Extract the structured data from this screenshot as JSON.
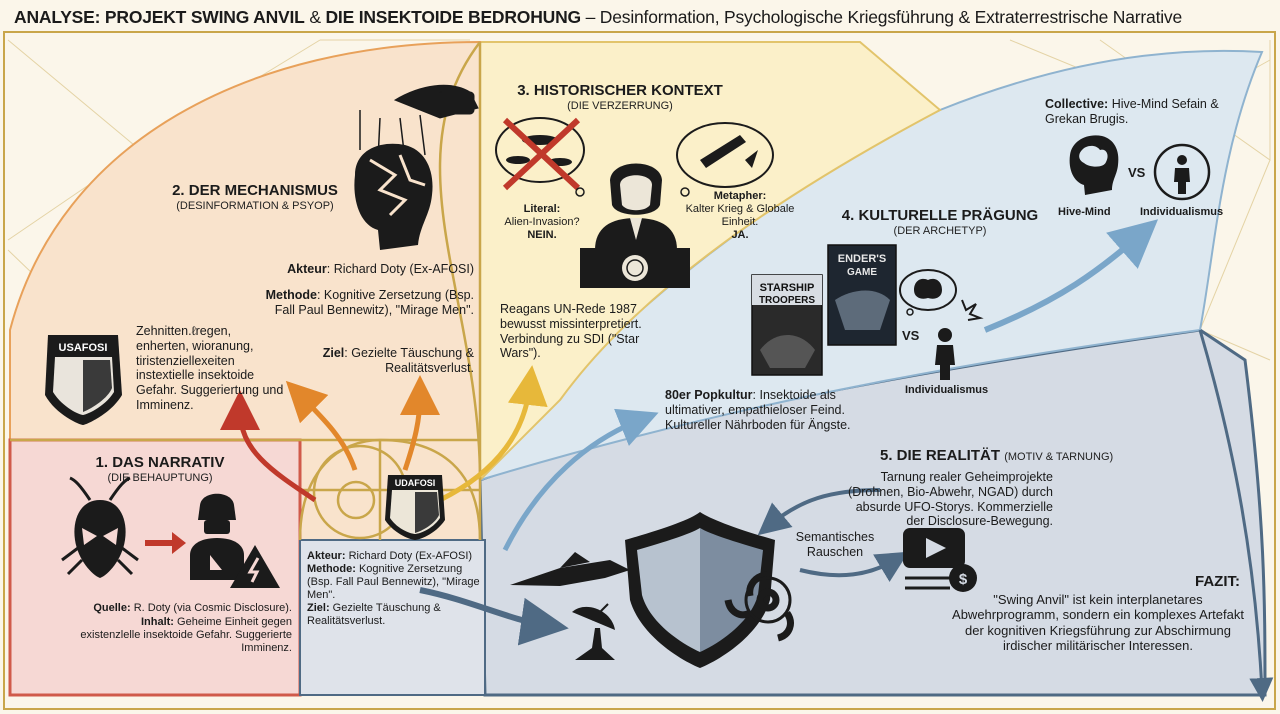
{
  "header": {
    "title_bold": "ANALYSE: PROJEKT SWING ANVIL",
    "title_amp": "&",
    "title_bold2": "DIE INSEKTOIDE BEDROHUNG",
    "title_rest": "– Desinformation, Psychologische Kriegsführung & Extraterrestrische Narrative"
  },
  "section1": {
    "heading": "1. DAS NARRATIV",
    "subheading": "(DIE BEHAUPTUNG)",
    "source_label": "Quelle:",
    "source_text": "R. Doty (via Cosmic Disclosure).",
    "content_label": "Inhalt:",
    "content_text": "Geheime Einheit gegen existenzlelle insektoide Gefahr. Suggerierte Imminenz."
  },
  "section2": {
    "heading": "2. DER MECHANISMUS",
    "subheading": "(DESINFORMATION & PSYOP)",
    "actor_label": "Akteur",
    "actor_text": ": Richard Doty (Ex-AFOSI)",
    "method_label": "Methode",
    "method_text": ": Kognitive Zersetzung (Bsp. Fall Paul Bennewitz), \"Mirage Men\".",
    "goal_label": "Ziel",
    "goal_text": ": Gezielte Täuschung & Realitätsverlust.",
    "garbled_text": "Zehnitten.ℓregen, enherten, wioranung, tiristenziellexeiten instextielle insektoide Gefahr. Suggeriertung und Imminenz.",
    "badge_text": "USAFOSI"
  },
  "section3": {
    "heading": "3. HISTORISCHER KONTEXT",
    "subheading": "(DIE VERZERRUNG)",
    "literal_label": "Literal:",
    "literal_text": "Alien-Invasion?",
    "literal_answer": "NEIN.",
    "metaphor_label": "Metapher:",
    "metaphor_text": "Kalter Krieg & Globale Einheit.",
    "metaphor_answer": "JA.",
    "speech_text": "Reagans UN-Rede 1987 bewusst missinterpretiert. Verbindung zu SDI (\"Star Wars\")."
  },
  "section4": {
    "heading": "4. KULTURELLE PRÄGUNG",
    "subheading": "(DER ARCHETYP)",
    "book1_line1": "STARSHIP",
    "book1_line2": "TROOPERS",
    "book2_line1": "ENDER'S",
    "book2_line2": "GAME",
    "vs": "VS",
    "individual_label": "Individualismus",
    "pop_label": "80er Popkultur",
    "pop_text": ": Insektoide als ultimativer, empathieloser Feind. Kultureller Nährboden für Ängste."
  },
  "collective": {
    "label": "Collective:",
    "text": "Hive-Mind Sefain & Grekan Brugis.",
    "hive_label": "Hive-Mind",
    "vs": "VS",
    "individual_label": "Individualismus"
  },
  "section5": {
    "heading": "5. DIE REALITÄT",
    "subheading": "(MOTIV & TARNUNG)",
    "text": "Tarnung realer Geheimprojekte (Drohnen, Bio-Abwehr, NGAD) durch absurde UFO-Storys. Kommerzielle der Disclosure-Bewegung.",
    "noise_label": "Semantisches Rauschen"
  },
  "bottom_box": {
    "actor_label": "Akteur:",
    "actor_text": " Richard Doty (Ex-AFOSI)",
    "method_label": "Methode:",
    "method_text": " Kognitive Zersetzung (Bsp. Fall Paul Bennewitz), \"Mirage Men\".",
    "goal_label": "Ziel:",
    "goal_text": " Gezielte Täuschung & Realitätsverlust."
  },
  "center_badge": "UDAFOSI",
  "conclusion": {
    "label": "FAZIT:",
    "text": "\"Swing Anvil\" ist kein interplanetares Abwehrprogramm, sondern ein komplexes Artefakt der kognitiven Kriegsführung zur Abschirmung irdischer militärischer Interessen."
  },
  "colors": {
    "gold_line": "#c9a64a",
    "section1_bg": "#f6d8d4",
    "section2_bg": "#f9e3cc",
    "section3_bg": "#fbf0c9",
    "section4_bg": "#dde8f0",
    "section5_bg": "#d5dbe4",
    "arrow_red": "#c0392b",
    "arrow_orange": "#e2872b",
    "arrow_yellow": "#e7b83a",
    "arrow_blue": "#6f9ec3",
    "arrow_slate": "#4f6a84"
  }
}
